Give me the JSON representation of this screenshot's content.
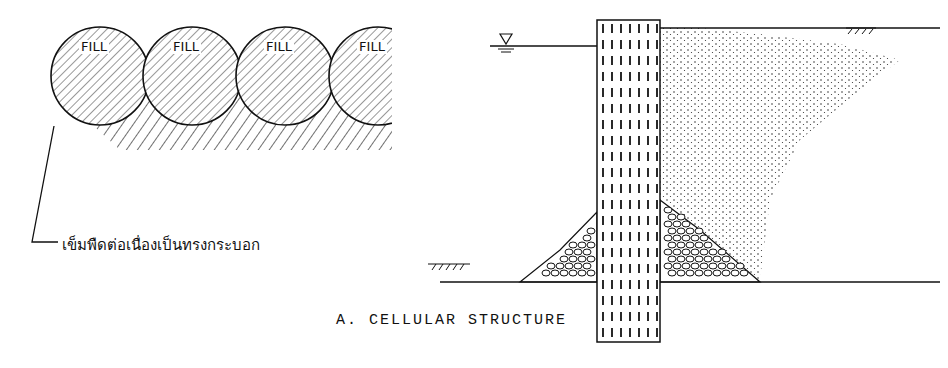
{
  "diagram": {
    "caption": "A. CELLULAR STRUCTURE",
    "nodes": [
      {
        "text": [
          "FILL"
        ]
      },
      {
        "text": [
          "FILL"
        ]
      },
      {
        "text": [
          "FILL"
        ]
      },
      {
        "text": [
          "FILL"
        ]
      }
    ],
    "labels": [
      "เข็มพืดต่อเนื่องเป็นทรงกระบอก"
    ]
  }
}
